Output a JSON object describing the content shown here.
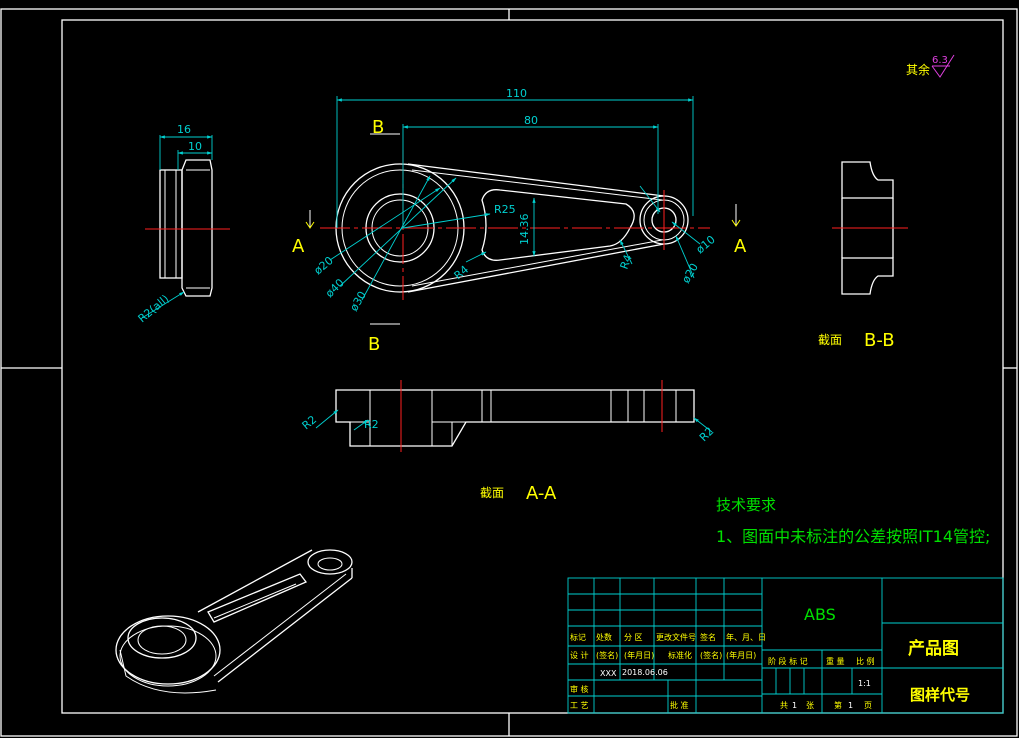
{
  "roughness": {
    "label": "其余",
    "value": "6.3"
  },
  "dims": {
    "d110": "110",
    "d80": "80",
    "d16": "16",
    "d10": "10",
    "r25": "R25",
    "d1436": "14.36",
    "r4a": "R4",
    "r4b": "R4",
    "phi20": "ø20",
    "phi40": "ø40",
    "phi30": "ø30",
    "phi10": "ø10",
    "phi20b": "ø20",
    "r2all": "R2(all)",
    "r2a": "R2",
    "r2b": "R2",
    "r2c": "R2"
  },
  "section_markers": {
    "b_top": "B",
    "b_bottom": "B",
    "a_left": "A",
    "a_right": "A"
  },
  "sections": {
    "bb": {
      "label": "截面",
      "name": "B-B"
    },
    "aa": {
      "label": "截面",
      "name": "A-A"
    }
  },
  "tech": {
    "title": "技术要求",
    "item1": "1、图面中未标注的公差按照IT14管控;"
  },
  "title_block": {
    "material": "ABS",
    "product": "产品图",
    "drawing_no": "图样代号",
    "scale": "1:1",
    "row_labels": [
      "标记",
      "处数",
      "分 区",
      "更改文件号",
      "签名",
      "年、月、日"
    ],
    "design_row": [
      "设 计",
      "(签名)",
      "(年月日)",
      "标准化",
      "(签名)",
      "(年月日)"
    ],
    "designer": "XXX",
    "date": "2018.06.06",
    "review": "审 核",
    "process": "工 艺",
    "approve": "批 准",
    "stage_headers": [
      "阶 段 标 记",
      "重 量",
      "比 例"
    ],
    "sheets": {
      "total_prefix": "共",
      "total": "1",
      "total_unit": "张",
      "sheet_prefix": "第",
      "sheet": "1",
      "sheet_unit": "页"
    }
  }
}
